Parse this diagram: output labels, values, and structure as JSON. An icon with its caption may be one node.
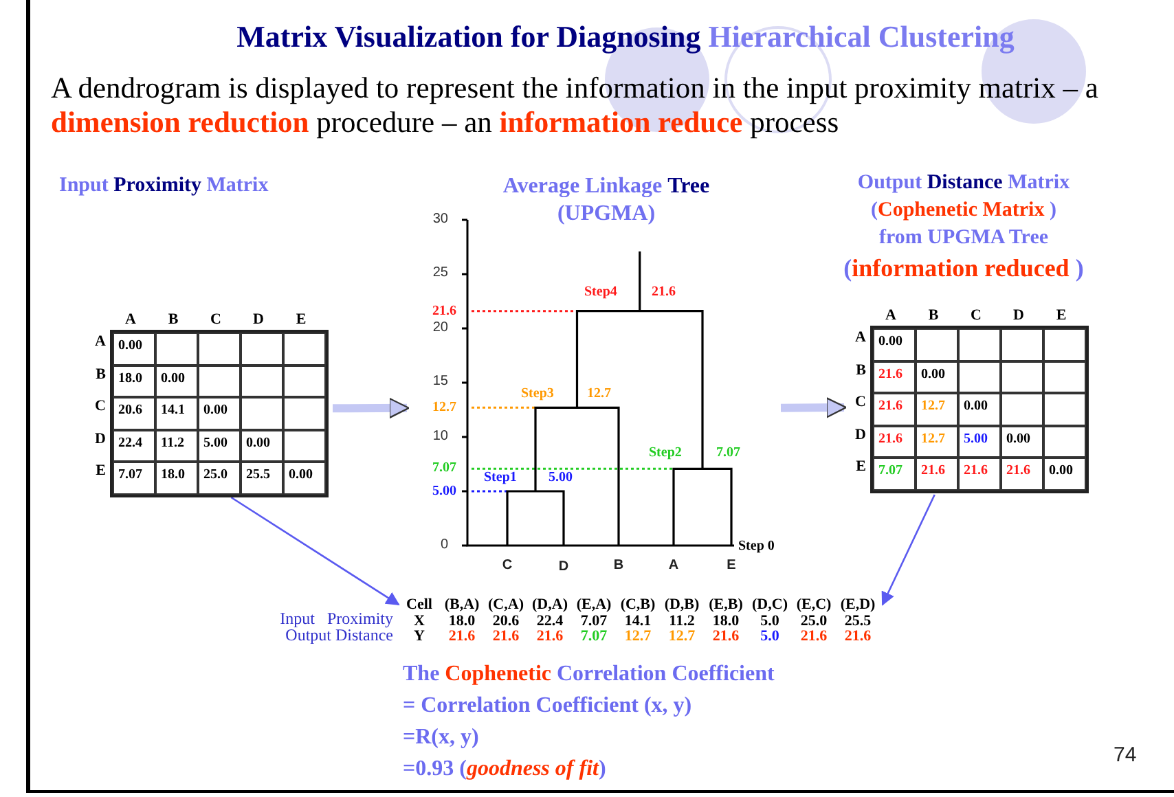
{
  "diagram": {
    "title": "Matrix Visualization for Diagnosing **Hierarchical Clustering**",
    "nodes": [
      {
        "text": [
          "A",
          "B",
          "C",
          "D",
          "E",
          "A",
          "0.00",
          "B",
          "18.0",
          "0.00",
          "C",
          "20.6",
          "14.1",
          "0.00",
          "D",
          "22.4",
          "11.2",
          "5.00",
          "0.00",
          "E",
          "7.07",
          "18.0",
          "25.0",
          "25.5",
          "0.00"
        ]
      },
      {
        "text": [
          "Average Linkage **Tree** (UPGMA)",
          "30",
          "25",
          "20",
          "15",
          "10",
          "0",
          "21.6",
          "12.7",
          "7.07",
          "5.00",
          "Step4",
          "21.6",
          "Step3",
          "12.7",
          "Step2",
          "7.07",
          "Step1",
          "5.00",
          "C",
          "D",
          "B",
          "A",
          "E",
          "Step 0"
        ]
      },
      {
        "text": [
          "A",
          "B",
          "C",
          "D",
          "E",
          "A",
          "0.00",
          "B",
          "21.6",
          "0.00",
          "C",
          "21.6",
          "12.7",
          "0.00",
          "D",
          "21.6",
          "12.7",
          "5.00",
          "0.00",
          "E",
          "7.07",
          "21.6",
          "21.6",
          "21.6",
          "0.00"
        ]
      },
      {
        "text": [
          "Cell",
          "(B,A)",
          "(C,A)",
          "(D,A)",
          "(E,A)",
          "(C,B)",
          "(D,B)",
          "(E,B)",
          "(D,C)",
          "(E,C)",
          "(E,D)",
          "X",
          "18.0",
          "20.6",
          "22.4",
          "7.07",
          "14.1",
          "11.2",
          "18.0",
          "5.0",
          "25.0",
          "25.5",
          "Y",
          "21.6",
          "21.6",
          "21.6",
          "7.07",
          "12.7",
          "12.7",
          "21.6",
          "5.0",
          "21.6",
          "21.6"
        ],
        "beside": [
          "Input   Proximity",
          "Output Distance"
        ]
      }
    ],
    "edges": [
      {
        "from": 0,
        "to": 1,
        "arrow": "to",
        "style": "thick",
        "color": "#c4c8f4"
      },
      {
        "from": 1,
        "to": 2,
        "arrow": "to",
        "style": "thick",
        "color": "#c4c8f4"
      },
      {
        "from": 0,
        "to": 3,
        "arrow": "to",
        "color": "#5a5af0"
      },
      {
        "from": 2,
        "to": 3,
        "arrow": "to",
        "color": "#5a5af0"
      }
    ],
    "labels": [
      "A dendrogram is displayed to represent the information in the input proximity matrix – a **dimension reduction** procedure – an **information reduce** process",
      "Input **Proximity** Matrix",
      "Output **Distance** Matrix",
      "(*Cophenetic Matrix* )",
      "from UPGMA Tree",
      "(*information reduced* )",
      "The **Cophenetic** Correlation Coefficient",
      "= Correlation Coefficient (x, y)",
      "=R(x, y)",
      "=0.93 (*goodness of fit*)",
      "74"
    ]
  }
}
